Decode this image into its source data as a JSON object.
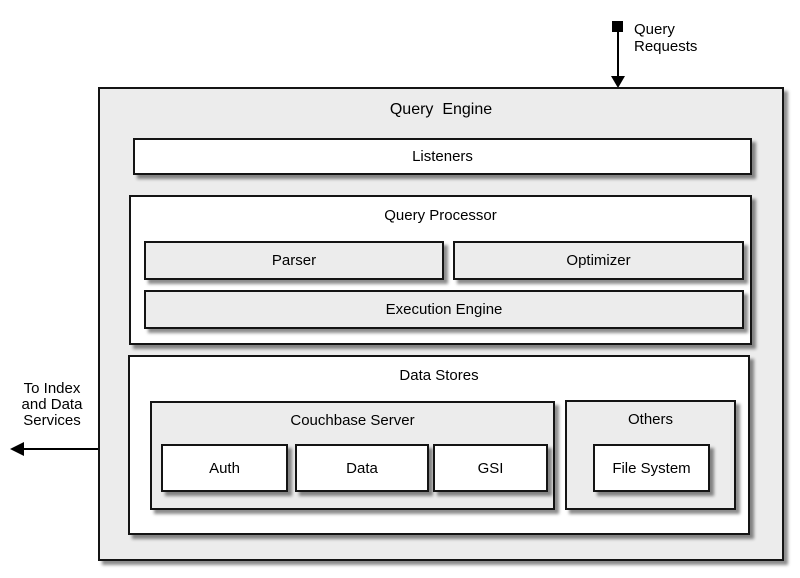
{
  "title": "Query  Engine",
  "arrows": {
    "query_requests": {
      "line1": "Query",
      "line2": "Requests"
    },
    "to_services": {
      "line1": "To Index",
      "line2": "and Data",
      "line3": "Services"
    }
  },
  "listeners_label": "Listeners",
  "query_processor": {
    "title": "Query Processor",
    "parser": "Parser",
    "optimizer": "Optimizer",
    "execution_engine": "Execution Engine"
  },
  "data_stores": {
    "title": "Data Stores",
    "couchbase": {
      "title": "Couchbase Server",
      "auth": "Auth",
      "data": "Data",
      "gsi": "GSI"
    },
    "others": {
      "title": "Others",
      "file_system": "File System"
    }
  },
  "colors": {
    "panel_fill": "#ececec",
    "box_fill": "#ffffff",
    "border": "#141414",
    "shadow": "#8a8a8a",
    "arrow": "#000000"
  }
}
